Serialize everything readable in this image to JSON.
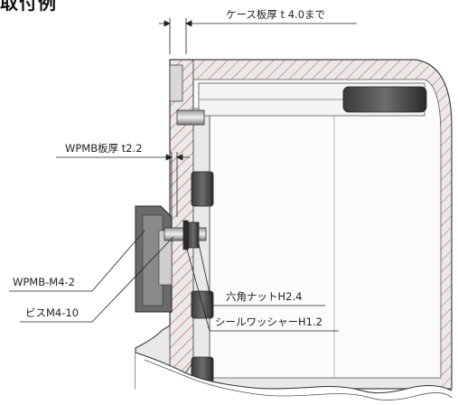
{
  "title": "取付例",
  "labels": {
    "case_thickness": "ケース板厚 t 4.0まで",
    "wpmb_thickness": "WPMB板厚 t2.2",
    "wpmb_model": "WPMB-M4-2",
    "screw": "ビスM4-10",
    "hex_nut": "六角ナットH2.4",
    "seal_washer": "シールワッシャーH1.2"
  }
}
